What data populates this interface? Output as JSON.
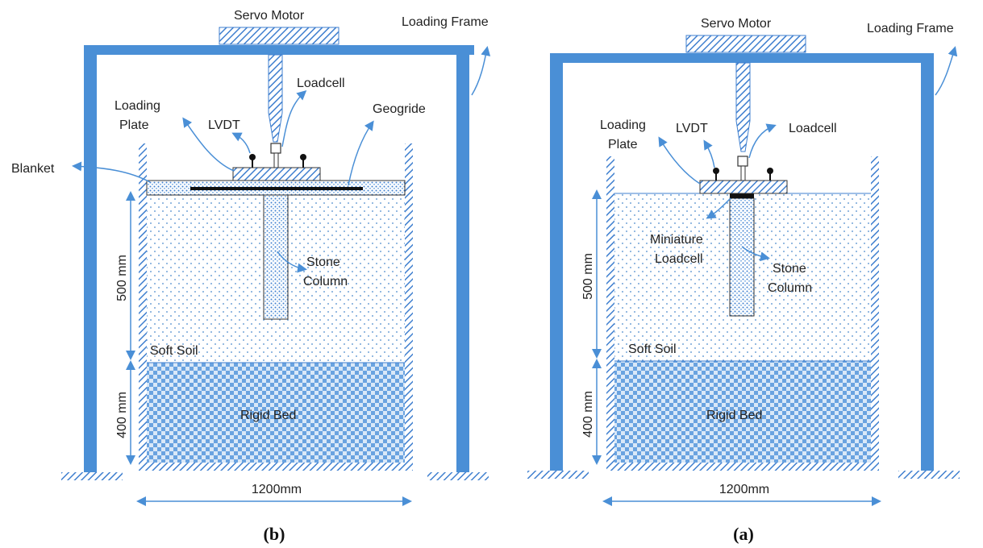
{
  "colors": {
    "frame": "#4a8fd6",
    "hatch": "#3f7fcf",
    "soil_dot": "#4a88cc",
    "rigid_bed": "#6aa3e0",
    "arrow": "#4a8fd6",
    "text": "#222222"
  },
  "panel_b": {
    "caption": "(b)",
    "servo_motor": "Servo Motor",
    "loading_frame": "Loading Frame",
    "loadcell": "Loadcell",
    "geogride": "Geogride",
    "loading": "Loading",
    "plate": "Plate",
    "lvdt": "LVDT",
    "blanket": "Blanket",
    "stone": "Stone",
    "column": "Column",
    "soft_soil": "Soft Soil",
    "rigid_bed": "Rigid Bed",
    "dim_500": "500 mm",
    "dim_400": "400 mm",
    "dim_width": "1200mm"
  },
  "panel_a": {
    "caption": "(a)",
    "servo_motor": "Servo Motor",
    "loading_frame": "Loading Frame",
    "loadcell": "Loadcell",
    "loading": "Loading",
    "plate": "Plate",
    "lvdt": "LVDT",
    "miniature": "Miniature",
    "miniature_loadcell": "Loadcell",
    "stone": "Stone",
    "column": "Column",
    "soft_soil": "Soft Soil",
    "rigid_bed": "Rigid Bed",
    "dim_500": "500 mm",
    "dim_400": "400 mm",
    "dim_width": "1200mm"
  }
}
